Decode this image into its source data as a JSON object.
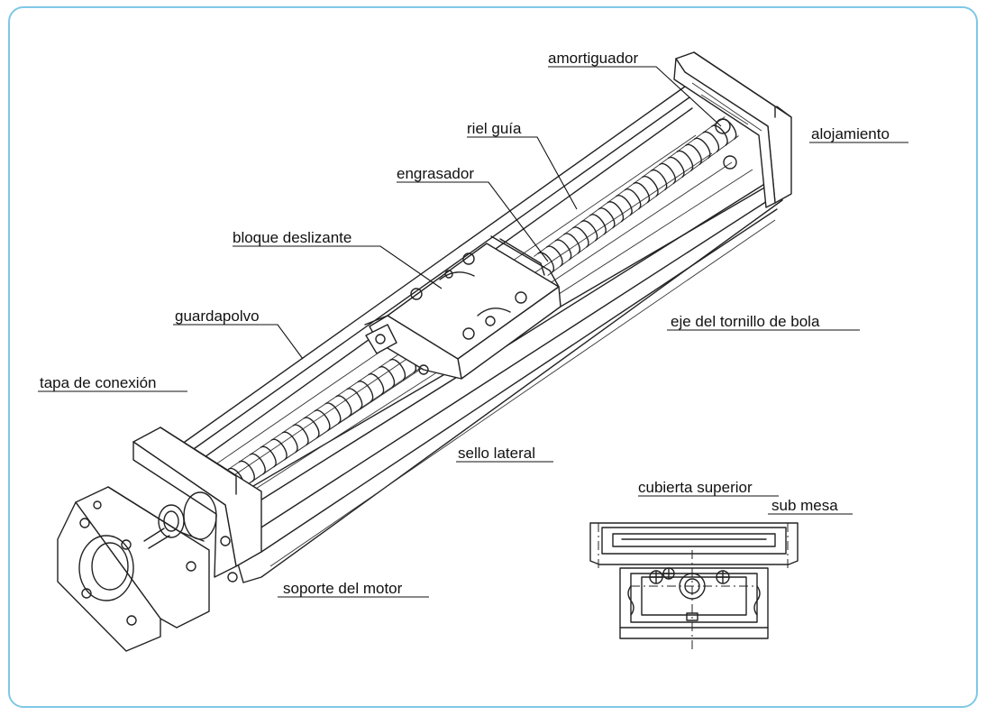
{
  "labels": {
    "amortiguador": "amortiguador",
    "alojamiento": "alojamiento",
    "riel_guia": "riel guía",
    "engrasador": "engrasador",
    "bloque_deslizante": "bloque deslizante",
    "eje_tornillo": "eje del tornillo de bola",
    "guardapolvo": "guardapolvo",
    "tapa_conexion": "tapa de conexión",
    "sello_lateral": "sello lateral",
    "soporte_motor": "soporte del motor",
    "cubierta_superior": "cubierta superior",
    "sub_mesa": "sub mesa"
  },
  "colors": {
    "frame_border": "#7fc8e6",
    "line": "#222222"
  }
}
